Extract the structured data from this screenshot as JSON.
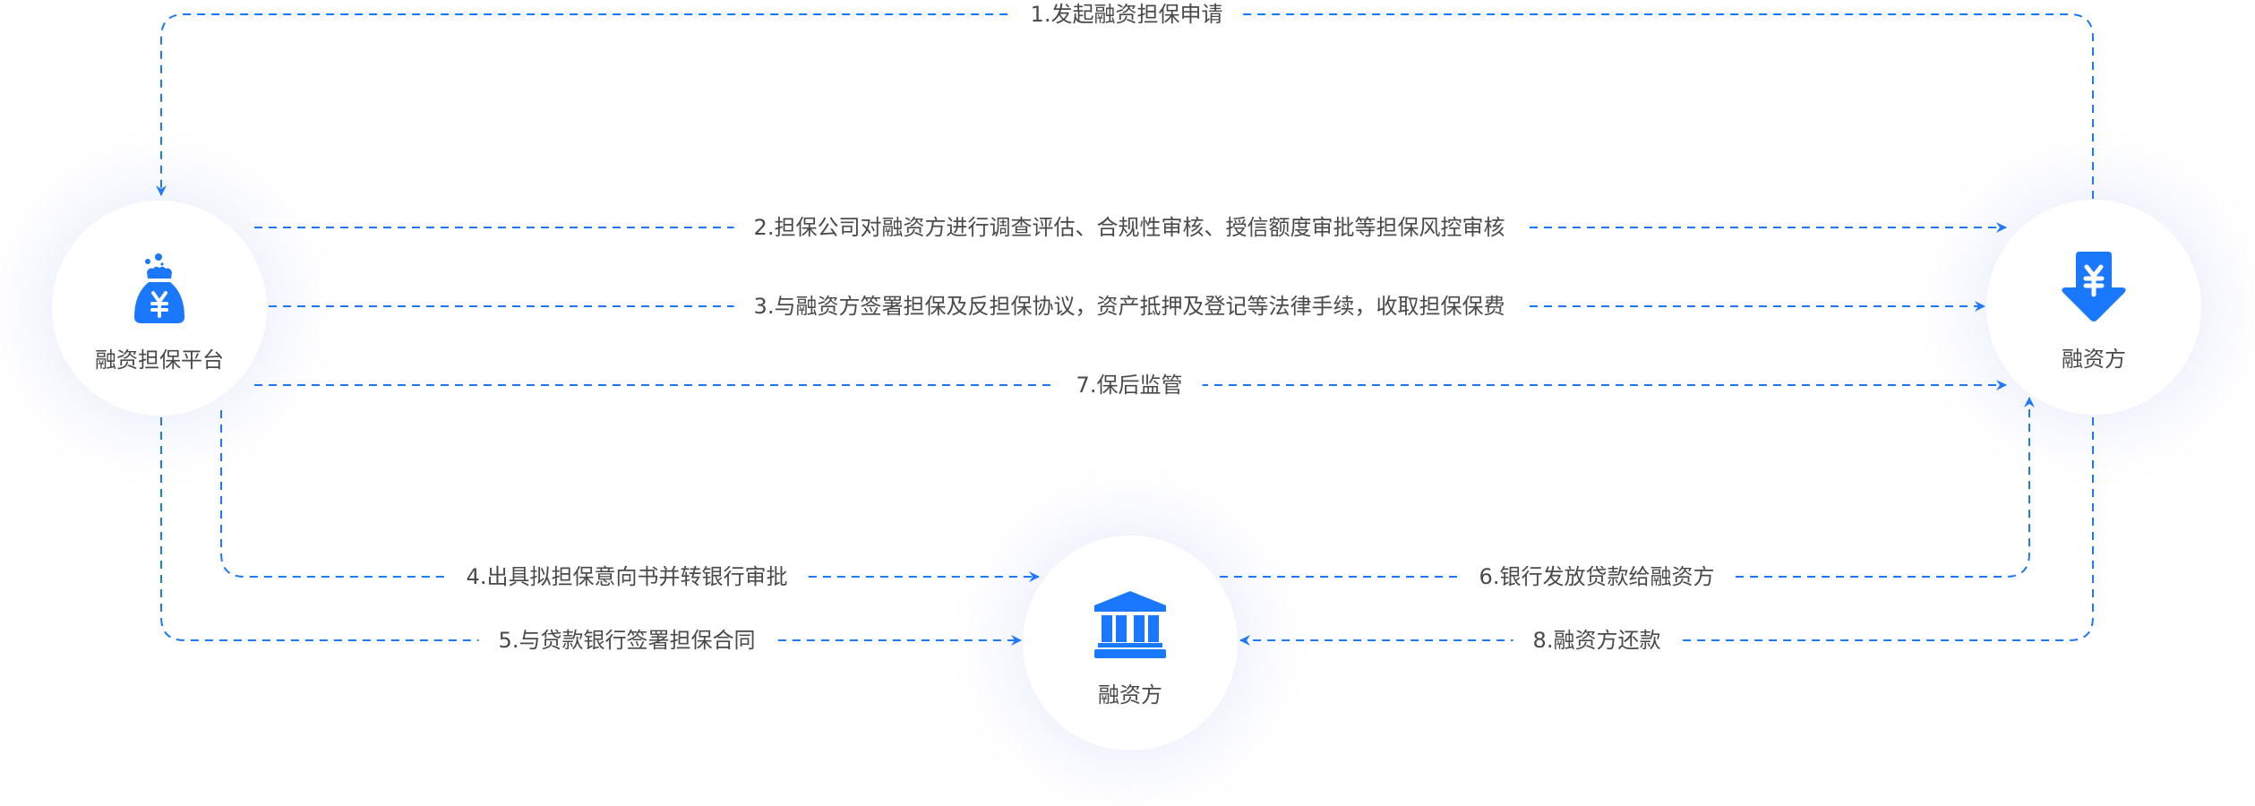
{
  "colors": {
    "accent": "#1a78ff",
    "text": "#4a4a4a"
  },
  "nodes": {
    "platform": {
      "label": "融资担保平台",
      "icon": "money-bag-yen-icon"
    },
    "financier": {
      "label": "融资方",
      "icon": "yen-down-arrow-icon"
    },
    "bank": {
      "label": "融资方",
      "icon": "bank-icon"
    }
  },
  "steps": {
    "s1": "1.发起融资担保申请",
    "s2": "2.担保公司对融资方进行调查评估、合规性审核、授信额度审批等担保风控审核",
    "s3": "3.与融资方签署担保及反担保协议，资产抵押及登记等法律手续，收取担保保费",
    "s4": "4.出具拟担保意向书并转银行审批",
    "s5": "5.与贷款银行签署担保合同",
    "s6": "6.银行发放贷款给融资方",
    "s7": "7.保后监管",
    "s8": "8.融资方还款"
  }
}
